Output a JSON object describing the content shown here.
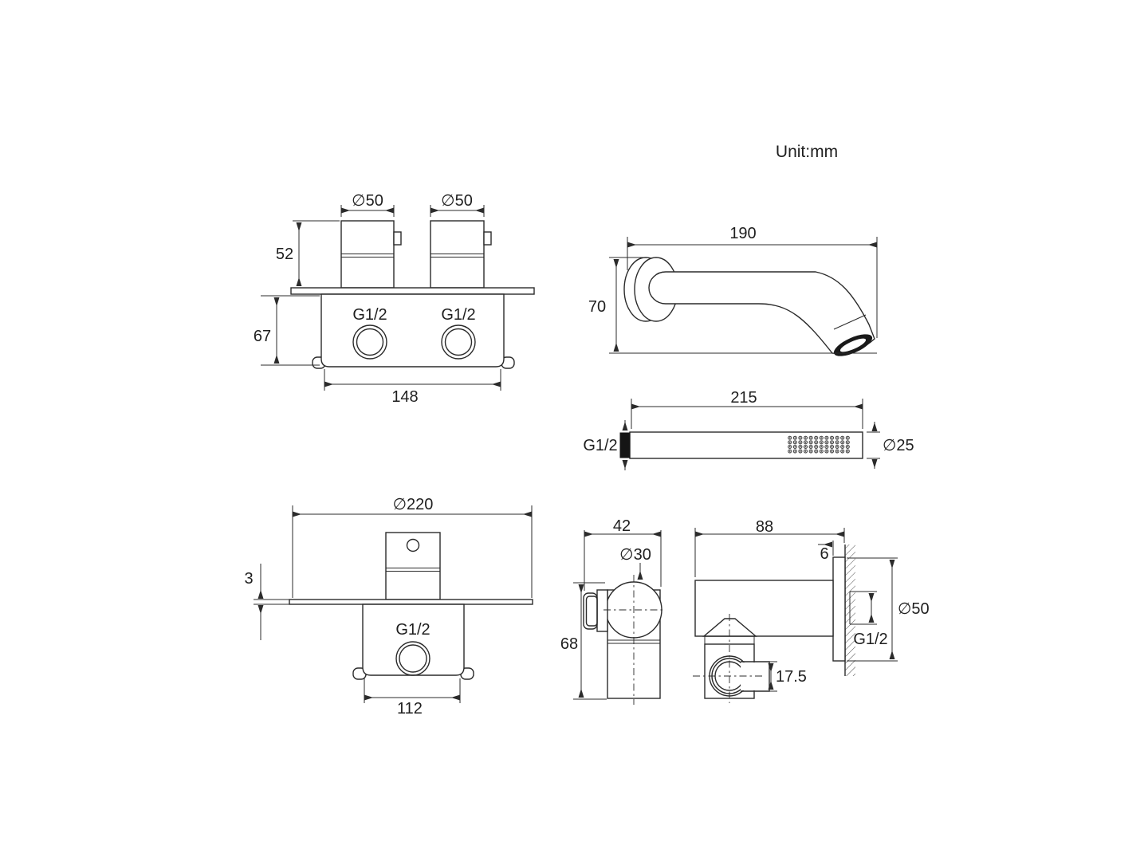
{
  "drawing": {
    "unit_label": "Unit:mm",
    "colors": {
      "line": "#2b2b2b",
      "text": "#1f1f1f",
      "background": "#ffffff",
      "connector_fill": "#151515"
    },
    "views": {
      "valve_top": {
        "dims": {
          "d50_left": "∅50",
          "d50_right": "∅50",
          "h52": "52",
          "h67": "67",
          "w148": "148",
          "g12_left": "G1/2",
          "g12_right": "G1/2"
        }
      },
      "spout": {
        "dims": {
          "w190": "190",
          "h70": "70"
        }
      },
      "handshower": {
        "dims": {
          "w215": "215",
          "g12": "G1/2",
          "d25": "∅25"
        }
      },
      "valve_bottom": {
        "dims": {
          "d220": "∅220",
          "t3": "3",
          "g12": "G1/2",
          "w112": "112"
        }
      },
      "holder": {
        "dims": {
          "w42": "42",
          "d30": "∅30",
          "h68": "68"
        }
      },
      "wall_outlet": {
        "dims": {
          "w88": "88",
          "t6": "6",
          "d50": "∅50",
          "g12": "G1/2",
          "h17_5": "17.5"
        }
      }
    }
  }
}
